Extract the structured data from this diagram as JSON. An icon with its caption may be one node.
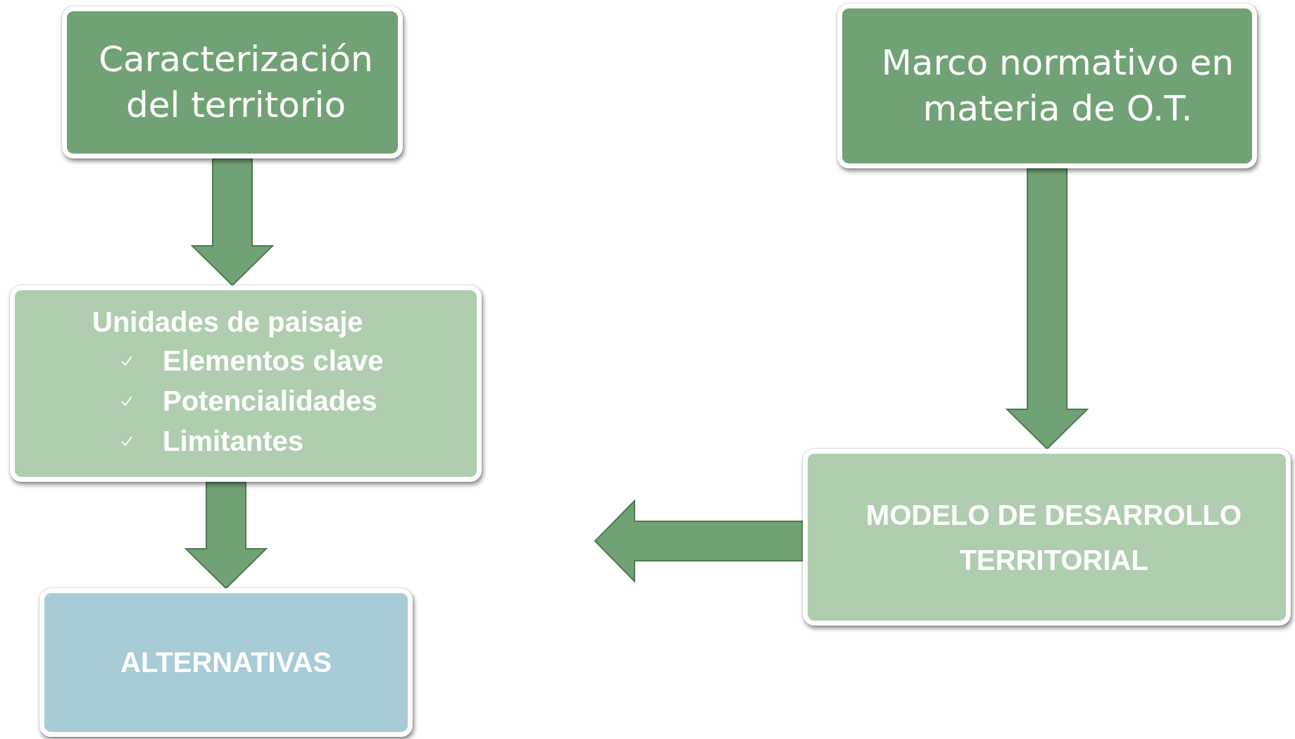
{
  "diagram": {
    "nodes": [
      {
        "text": [
          "Caracterización del territorio"
        ]
      },
      {
        "text": [
          "Marco normativo en materia de O.T."
        ]
      },
      {
        "text": [
          "Unidades de paisaje",
          "Elementos clave",
          "Potencialidades",
          "Limitantes"
        ]
      },
      {
        "text": [
          "ALTERNATIVAS"
        ]
      },
      {
        "text": [
          "MODELO DE DESARROLLO TERRITORIAL"
        ]
      }
    ],
    "edges": [
      {
        "from": 0,
        "to": 2,
        "arrow": "to"
      },
      {
        "from": 1,
        "to": 4,
        "arrow": "to"
      },
      {
        "from": 2,
        "to": 3,
        "arrow": "to"
      },
      {
        "from": 4,
        "to": null,
        "arrow": "to"
      }
    ]
  }
}
